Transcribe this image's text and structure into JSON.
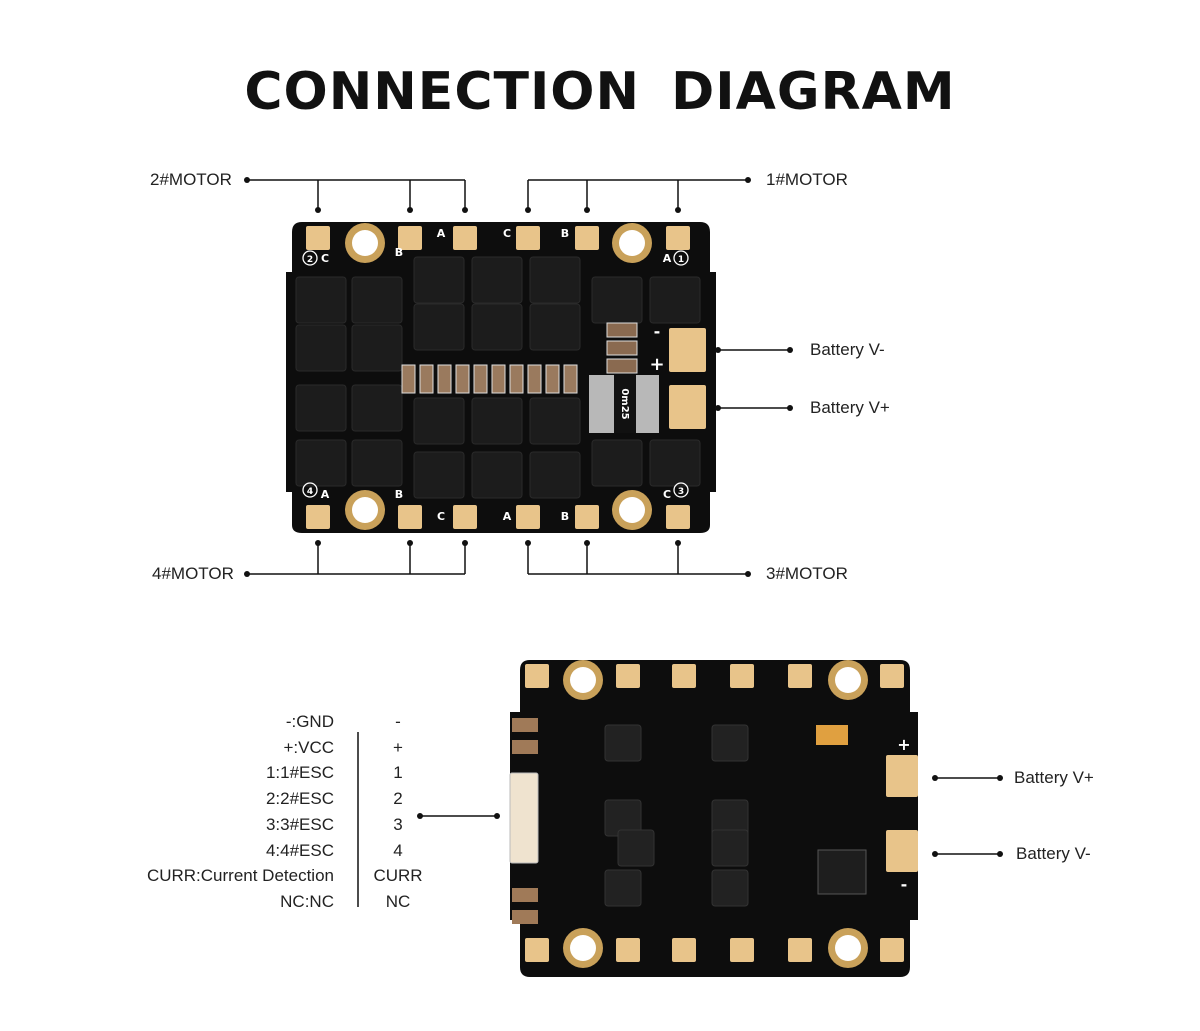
{
  "title": "CONNECTION DIAGRAM",
  "top_board": {
    "motor_labels": [
      "2#MOTOR",
      "1#MOTOR",
      "4#MOTOR",
      "3#MOTOR"
    ],
    "battery_labels": [
      "Battery V-",
      "Battery V+"
    ],
    "silkscreen": {
      "top_phases": [
        "C",
        "B",
        "A",
        "C",
        "B",
        "A"
      ],
      "bottom_phases": [
        "A",
        "B",
        "C",
        "A",
        "B",
        "C"
      ],
      "numbers": [
        "2",
        "1",
        "4",
        "3"
      ],
      "polarity": [
        "-",
        "+"
      ],
      "shunt": "0m25"
    }
  },
  "bottom_board": {
    "battery_labels": [
      "Battery V+",
      "Battery V-"
    ],
    "pinout": [
      {
        "desc": "-:GND",
        "pin": "-"
      },
      {
        "desc": "+:VCC",
        "pin": "+"
      },
      {
        "desc": "1:1#ESC",
        "pin": "1"
      },
      {
        "desc": "2:2#ESC",
        "pin": "2"
      },
      {
        "desc": "3:3#ESC",
        "pin": "3"
      },
      {
        "desc": "4:4#ESC",
        "pin": "4"
      },
      {
        "desc": "CURR:Current Detection",
        "pin": "CURR"
      },
      {
        "desc": "NC:NC",
        "pin": "NC"
      }
    ]
  },
  "colors": {
    "pcb": "#0d0d0d",
    "pad": "#e8c48a",
    "line": "#111111"
  }
}
